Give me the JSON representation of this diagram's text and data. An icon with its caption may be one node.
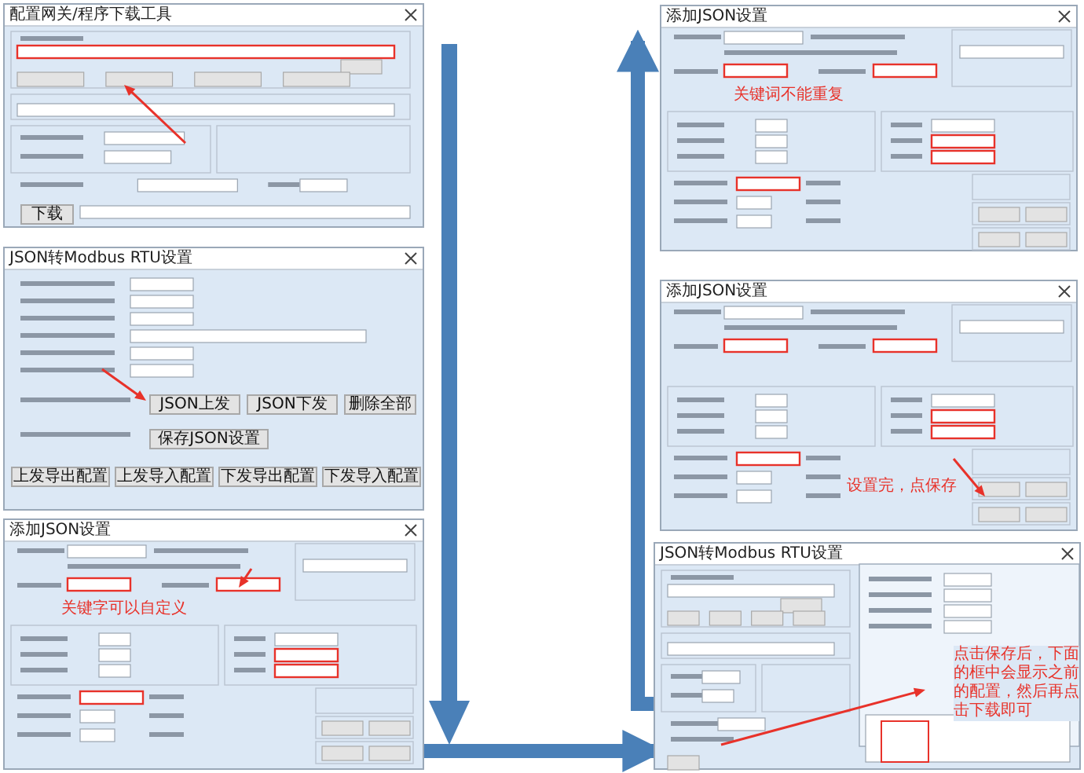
{
  "diagram": {
    "nodes": [
      {
        "text": [
          "配置网关/程序下载工具",
          "下载"
        ]
      },
      {
        "text": [
          "JSON转Modbus RTU设置",
          "JSON上发",
          "JSON下发",
          "删除全部",
          "保存JSON设置",
          "上发导出配置",
          "上发导入配置",
          "下发导出配置",
          "下发导入配置"
        ]
      },
      {
        "text": [
          "添加JSON设置",
          "关键字可以自定义"
        ]
      },
      {
        "text": [
          "添加JSON设置",
          "关键词不能重复"
        ]
      },
      {
        "text": [
          "添加JSON设置",
          "设置完，点保存"
        ]
      },
      {
        "text": [
          "JSON转Modbus RTU设置",
          "点击保存后，下面的框中会显示之前的配置，然后再点击下载即可"
        ]
      }
    ],
    "edges": [
      {
        "from": 2,
        "to": 5,
        "arrow": "to"
      },
      {
        "from": 5,
        "to": 3,
        "arrow": "to"
      }
    ]
  }
}
